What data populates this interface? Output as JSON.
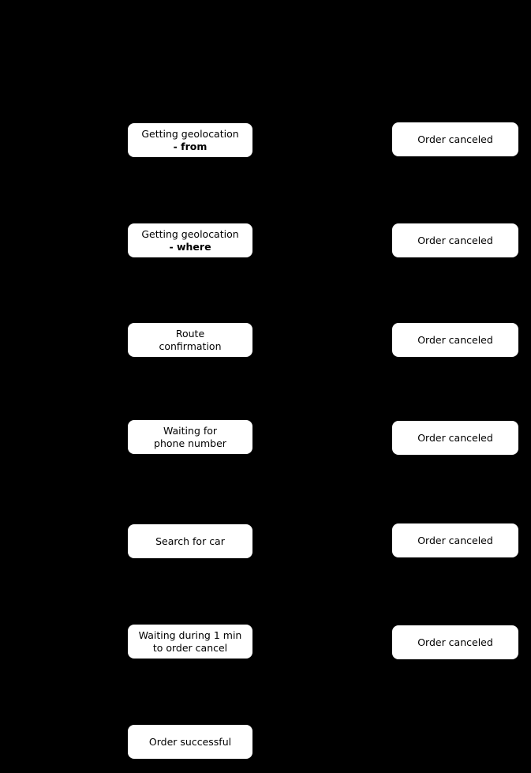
{
  "diagram": {
    "background_color": "#000000",
    "node_fill_color": "#ffffff",
    "node_text_color": "#000000",
    "left_column": [
      {
        "line1": "Getting geolocation",
        "line2": "- from"
      },
      {
        "line1": "Getting geolocation",
        "line2": "- where"
      },
      {
        "line1": "Route",
        "line2": "confirmation"
      },
      {
        "line1": "Waiting for",
        "line2": "phone number"
      },
      {
        "line1": "Search for car",
        "line2": ""
      },
      {
        "line1": "Waiting during 1 min",
        "line2": "to order cancel"
      },
      {
        "line1": "Order successful",
        "line2": ""
      }
    ],
    "right_column": [
      {
        "label": "Order canceled"
      },
      {
        "label": "Order canceled"
      },
      {
        "label": "Order canceled"
      },
      {
        "label": "Order canceled"
      },
      {
        "label": "Order canceled"
      },
      {
        "label": "Order canceled"
      }
    ]
  }
}
